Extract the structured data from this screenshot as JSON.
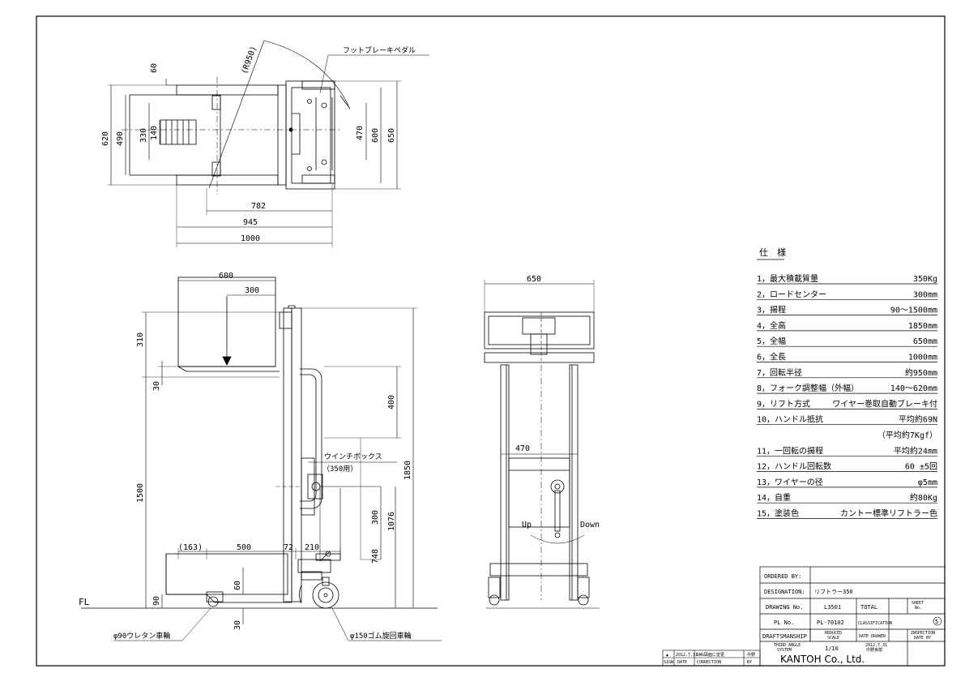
{
  "drawing": {
    "dims": {
      "d60": "60",
      "d620": "620",
      "d490": "490",
      "d330": "330",
      "d140": "140",
      "d470top": "470",
      "d600": "600",
      "d650top": "650",
      "d782": "782",
      "d945": "945",
      "d1000": "1000",
      "d600side": "600",
      "d300side": "300",
      "d310": "310",
      "d30a": "30",
      "d400": "400",
      "d1500": "1500",
      "d1850": "1850",
      "d300mid": "300",
      "d1076": "1076",
      "d748": "748",
      "d163": "(163)",
      "d500": "500",
      "d72": "72",
      "d210": "210",
      "d60b": "60",
      "d90": "90",
      "d30b": "30",
      "d650front": "650",
      "d470front": "470"
    },
    "labels": {
      "r950": "(R950)",
      "foot_brake": "フットブレーキペダル",
      "winch_box": "ウインチボックス",
      "winch_box_sub": "（350用）",
      "fl": "FL",
      "caster90": "φ90ウレタン車輪",
      "caster150": "φ150ゴム旋回車輪",
      "up": "Up",
      "down": "Down"
    }
  },
  "specs": {
    "title": "仕　様",
    "rows": [
      {
        "label": "1，最大積載質量",
        "value": "350Kg"
      },
      {
        "label": "2，ロードセンター",
        "value": "300mm"
      },
      {
        "label": "3，揚程",
        "value": "90～1500mm"
      },
      {
        "label": "4，全高",
        "value": "1850mm"
      },
      {
        "label": "5，全幅",
        "value": "650mm"
      },
      {
        "label": "6，全長",
        "value": "1000mm"
      },
      {
        "label": "7，回転半径",
        "value": "約950mm"
      },
      {
        "label": "8，フォーク調整幅（外幅）",
        "value": "140～620mm"
      },
      {
        "label": "9，リフト方式",
        "value": "ワイヤー巻取自動ブレーキ付"
      },
      {
        "label": "10，ハンドル抵抗",
        "value": "平均約69N"
      },
      {
        "label": "",
        "value": "（平均約7Kgf）"
      },
      {
        "label": "11，一回転の揚程",
        "value": "平均約24mm"
      },
      {
        "label": "12，ハンドル回転数",
        "value": "60 ±5回"
      },
      {
        "label": "13，ワイヤーの径",
        "value": "φ5mm"
      },
      {
        "label": "14，自重",
        "value": "約80Kg"
      },
      {
        "label": "15，塗装色",
        "value": "カントー標準リフトラー色"
      }
    ]
  },
  "title_block": {
    "ordered_by_label": "ORDERED BY:",
    "designation_label": "DESIGNATION:",
    "designation_value": "リフトラー350",
    "drawing_no_label": "DRAWING No.",
    "drawing_no_value": "L3501",
    "total_label": "TOTAL",
    "sheet_label_1": "SHEET",
    "sheet_label_2": "No.",
    "sheet_value": "5",
    "pl_no_label": "PL No.",
    "pl_no_value": "PL-70102",
    "classification_label": "CLASSIFICATION",
    "draftsmanship_label": "DRAFTSMANSHIP",
    "reduced_1": "REDUCED",
    "reduced_2": "SCALE",
    "date_drawer_label": "DATE DRAWER",
    "inspection_1": "INSPECTION",
    "inspection_2": "DATE BY",
    "third_angle_1": "THIRD ANGLE",
    "third_angle_2": "SYSTEM",
    "scale_value": "1/10",
    "date_value": "2012.7.31",
    "drawer_value": "中野良樹",
    "company": "KANTOH Co., Ltd."
  },
  "revision": {
    "mark": "▲",
    "date": "2012.7.31",
    "correction": "DWG図面に変更",
    "by": "中野",
    "h_sign": "SIGN",
    "h_date": "DATE",
    "h_correction": "CORRECTION",
    "h_by": "BY"
  }
}
